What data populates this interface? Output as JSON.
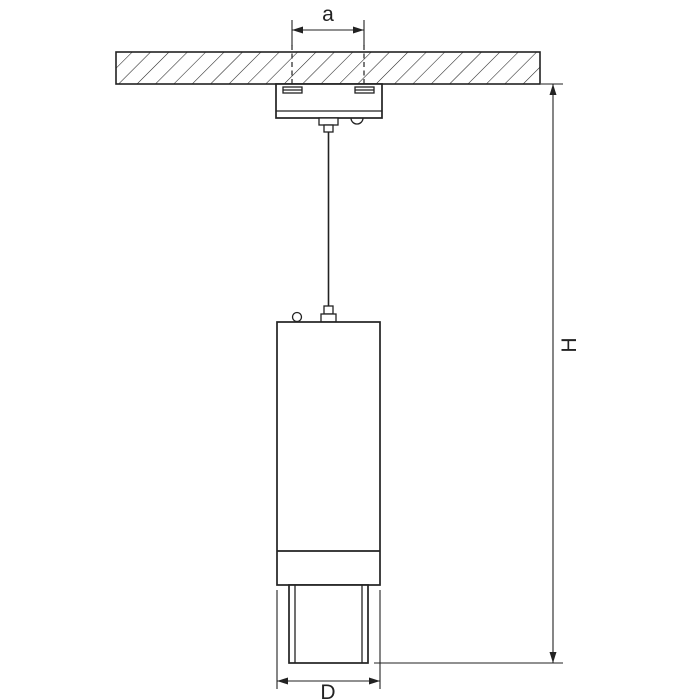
{
  "drawing": {
    "labels": {
      "hole_spacing": "a",
      "overall_height": "H",
      "diameter": "D"
    },
    "colors": {
      "line": "#222222",
      "background": "#ffffff"
    }
  }
}
